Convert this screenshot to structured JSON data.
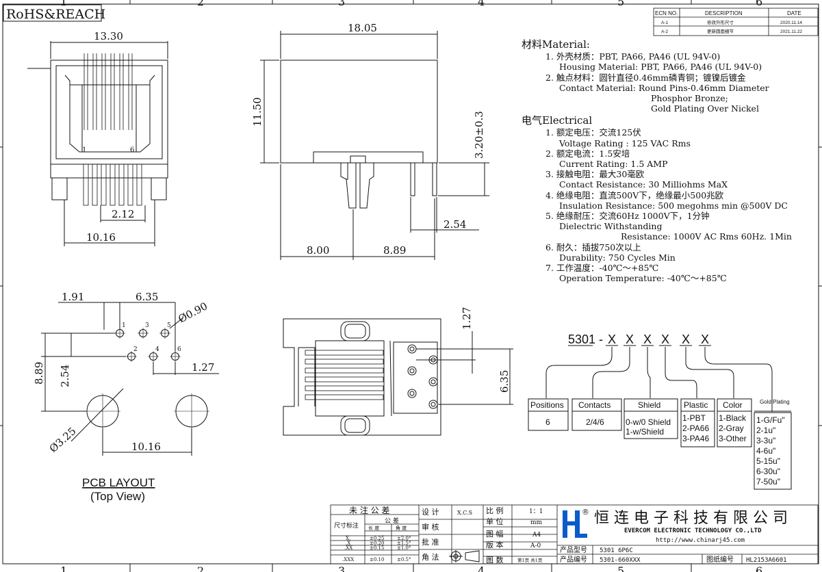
{
  "border": {
    "col_numbers_top": [
      "1",
      "2",
      "3",
      "4",
      "5",
      "6"
    ],
    "col_numbers_bottom": [
      "1",
      "2",
      "3",
      "4",
      "5",
      "6"
    ]
  },
  "rohs_label": "RoHS&REACH",
  "revision_table": {
    "headers": [
      "ECN NO.",
      "DESCRIPTION",
      "DATE"
    ],
    "rows": [
      {
        "ecn": "A-1",
        "desc": "修改外形尺寸",
        "date": "2020.11.14"
      },
      {
        "ecn": "A-2",
        "desc": "更新圆面细节",
        "date": "2021.11.22"
      }
    ]
  },
  "front_view": {
    "dim_width": "13.30",
    "dim_pitch": "2.12",
    "dim_base": "10.16",
    "pin_first": "1",
    "pin_last": "6"
  },
  "side_view": {
    "dim_length": "18.05",
    "dim_height": "11.50",
    "dim_pin_len": "3.20±0.3",
    "dim_pin_pitch": "2.54",
    "dim_left": "8.00",
    "dim_right": "8.89"
  },
  "pcb_layout": {
    "dim_a": "1.91",
    "dim_b": "6.35",
    "dim_hole": "Ø0.90",
    "dim_c": "1.27",
    "dim_d": "8.89",
    "dim_e": "2.54",
    "dim_peg": "Ø3.25",
    "dim_f": "10.16",
    "hole_nums": [
      "1",
      "2",
      "3",
      "4",
      "5",
      "6"
    ],
    "title": "PCB LAYOUT",
    "subtitle": "(Top View)"
  },
  "bottom_view": {
    "dim_a": "1.27",
    "dim_b": "6.35"
  },
  "spec": {
    "material_title": "材料Material:",
    "m1a": "1. 外壳材质：PBT, PA66, PA46 (UL 94V-0)",
    "m1b": "Housing Material: PBT, PA66, PA46 (UL 94V-0)",
    "m2a": "2. 触点材料：圆针直径0.46mm磷青铜；镀镍后镀金",
    "m2b": "Contact Material: Round Pins-0.46mm Diameter",
    "m2c": "Phosphor Bronze;",
    "m2d": "Gold Plating Over Nickel",
    "electrical_title": "电气Electrical",
    "e1a": "1. 额定电压：交流125伏",
    "e1b": "Voltage Rating : 125 VAC Rms",
    "e2a": "2. 额定电流：1.5安培",
    "e2b": "Current Rating: 1.5 AMP",
    "e3a": "3. 接触电阻：最大30毫欧",
    "e3b": "Contact Resistance: 30 Milliohms MaX",
    "e4a": "4. 绝缘电阻：直流500V下，绝缘最小500兆欧",
    "e4b": "Insulation Resistance: 500 megohms min @500V DC",
    "e5a": "5. 绝缘耐压：交流60Hz 1000V下，1分钟",
    "e5b": "Dielectric Withstanding",
    "e5c": "Resistance: 1000V AC Rms 60Hz. 1Min",
    "e6a": "6. 耐久：插拔750次以上",
    "e6b": "Durability: 750 Cycles Min",
    "e7a": "7. 工作温度：-40℃～+85℃",
    "e7b": "Operation Temperature: -40℃～+85℃"
  },
  "part_code": {
    "prefix": "5301 -",
    "placeholders": [
      "X",
      "X",
      "X",
      "X",
      "X",
      "X"
    ],
    "boxes": [
      {
        "title": "Positions",
        "values": [
          "6"
        ]
      },
      {
        "title": "Contacts",
        "values": [
          "2/4/6"
        ]
      },
      {
        "title": "Shield",
        "values": [
          "0-w/0 Shield",
          "1-w/Shield"
        ]
      },
      {
        "title": "Plastic",
        "values": [
          "1-PBT",
          "2-PA66",
          "3-PA46"
        ]
      },
      {
        "title": "Color",
        "values": [
          "1-Black",
          "2-Gray",
          "3-Other"
        ]
      },
      {
        "title": "Gold Plating",
        "values": [
          "1-G/Fu\"",
          "2-1u\"",
          "3-3u\"",
          "4-6u\"",
          "5-15u\"",
          "6-30u\"",
          "7-50u\""
        ]
      }
    ]
  },
  "title_block": {
    "tol_title": "未 注 公 差",
    "tol_label": "尺寸标注",
    "tol_head1": "公 差",
    "tol_head2a": "长 度",
    "tol_head2b": "角 度",
    "tol_rows": [
      {
        "k": "X.",
        "l": "±0.25",
        "a": "±2.0°"
      },
      {
        "k": ".X",
        "l": "±0.20",
        "a": "±1.5°"
      },
      {
        "k": ".XX",
        "l": "±0.15",
        "a": "±1.0°"
      },
      {
        "k": ".XXX",
        "l": "±0.10",
        "a": "±0.5°"
      }
    ],
    "design": "设 计",
    "design_val": "X.C.S",
    "review": "审 核",
    "approve": "批 准",
    "angle": "角 法",
    "scale": "比 例",
    "scale_val": "1：1",
    "unit": "单 位",
    "unit_val": "mm",
    "size": "图 幅",
    "size_val": "A4",
    "version": "版 本",
    "version_val": "A-0",
    "sheet": "图 数",
    "sheet_val": "第1页 共1页",
    "company_cn": "恒 连 电 子 科 技 有 限 公 司",
    "company_en": "EVERCOM ELECTRONIC TECHNOLOGY CO.,LTD",
    "url": "http://www.chinarj45.com",
    "model_label": "产品型号",
    "model_val": "5301 6P6C",
    "part_label": "产品编号",
    "part_val": "5301-660XXX",
    "drawing_label": "图纸编号",
    "drawing_val": "HL2153A6601",
    "logo_mark": "®",
    "brand_color": "#0a5cc8"
  }
}
